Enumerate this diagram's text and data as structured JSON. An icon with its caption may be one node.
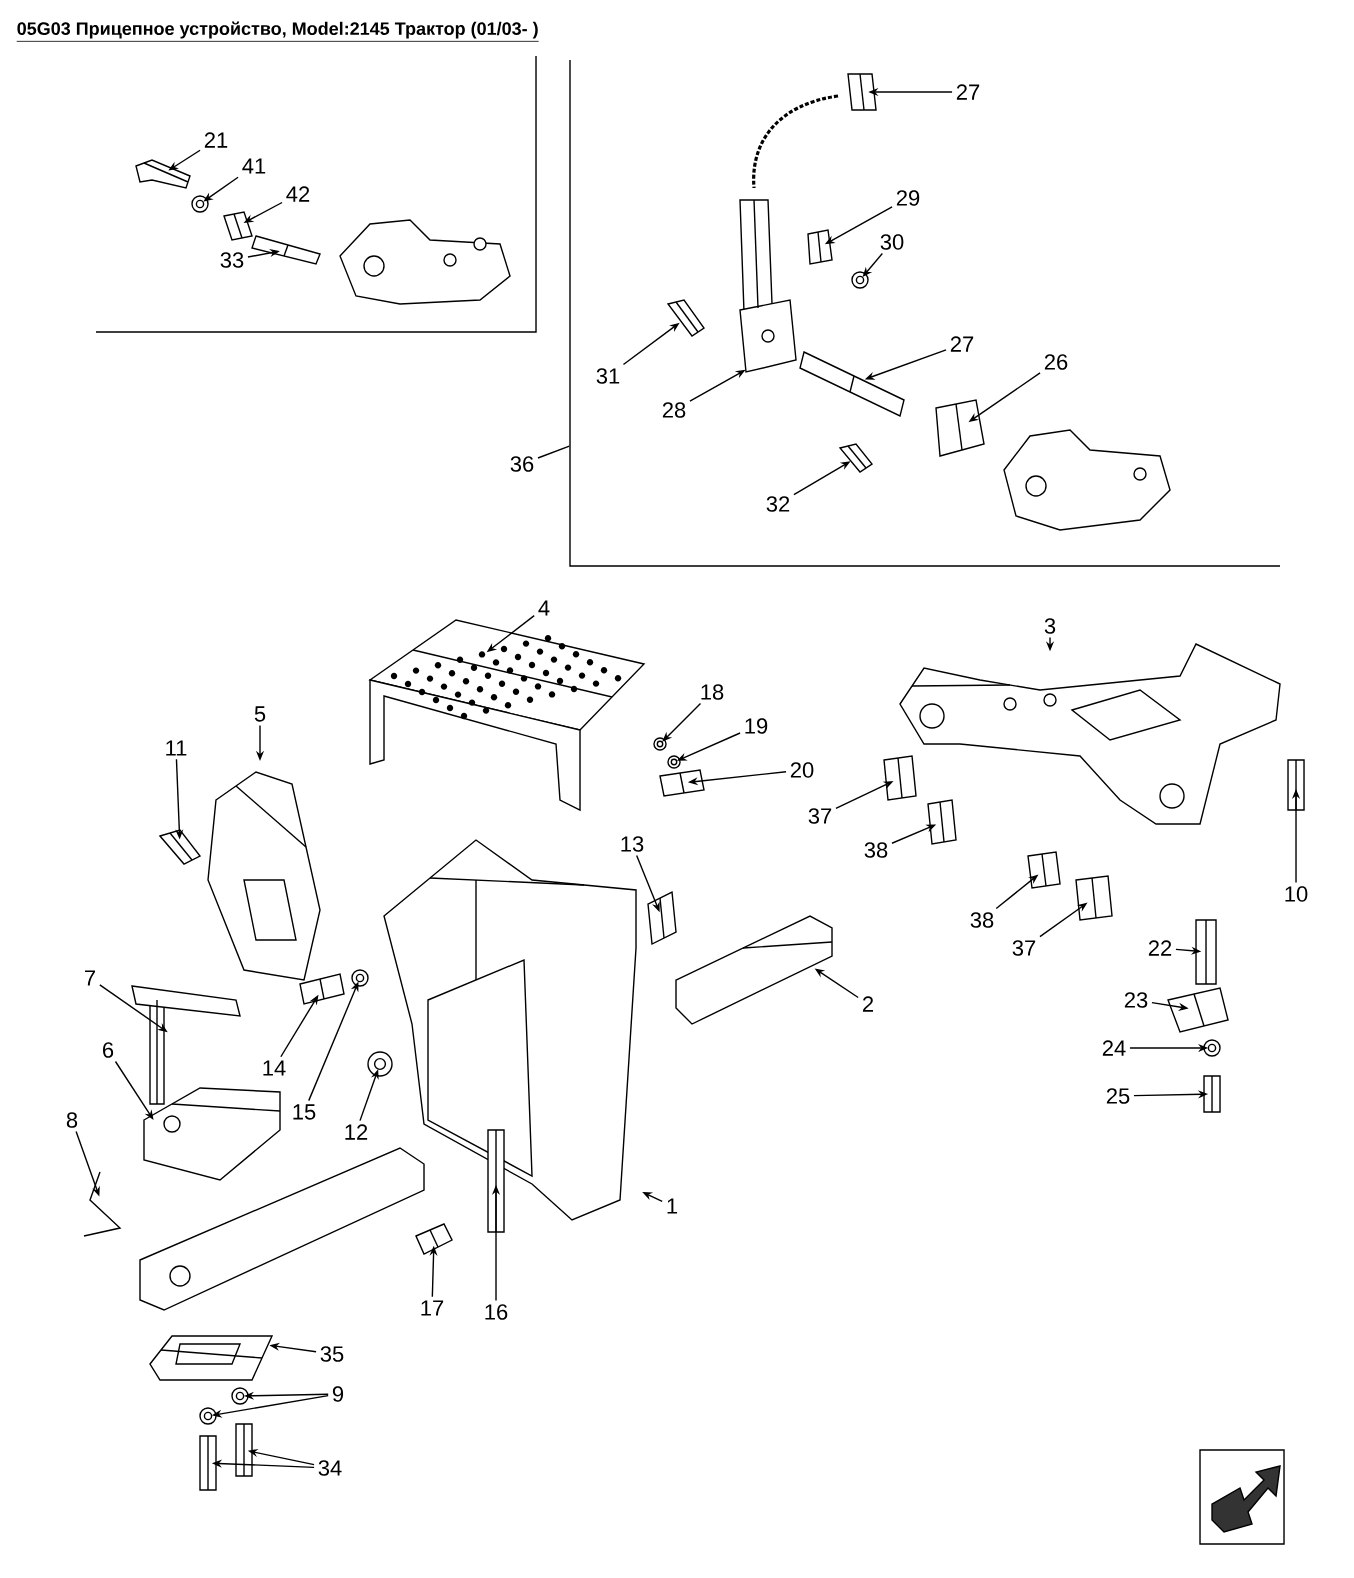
{
  "diagram": {
    "title": "05G03 Прицепное устройство, Model:2145 Трактор (01/03- )",
    "nodes": [
      {
        "text": [
          "21"
        ]
      },
      {
        "text": [
          "41"
        ]
      },
      {
        "text": [
          "42"
        ]
      },
      {
        "text": [
          "33"
        ]
      },
      {
        "text": [],
        "shape": "box"
      },
      {
        "text": [
          "27"
        ],
        "in": 4
      },
      {
        "text": [
          "29"
        ],
        "in": 4
      },
      {
        "text": [
          "30"
        ],
        "in": 4
      },
      {
        "text": [
          "31"
        ],
        "in": 4
      },
      {
        "text": [
          "27"
        ],
        "in": 4
      },
      {
        "text": [
          "28"
        ],
        "in": 4
      },
      {
        "text": [
          "26"
        ],
        "in": 4
      },
      {
        "text": [
          "32"
        ],
        "in": 4
      },
      {
        "text": [
          "36"
        ]
      },
      {
        "text": [
          "4"
        ]
      },
      {
        "text": [
          "3"
        ]
      },
      {
        "text": [
          "5"
        ]
      },
      {
        "text": [
          "11"
        ]
      },
      {
        "text": [
          "18"
        ]
      },
      {
        "text": [
          "19"
        ]
      },
      {
        "text": [
          "20"
        ]
      },
      {
        "text": [
          "37"
        ]
      },
      {
        "text": [
          "38"
        ]
      },
      {
        "text": [
          "13"
        ]
      },
      {
        "text": [
          "10"
        ]
      },
      {
        "text": [
          "38"
        ]
      },
      {
        "text": [
          "37"
        ]
      },
      {
        "text": [
          "22"
        ]
      },
      {
        "text": [
          "7"
        ]
      },
      {
        "text": [
          "2"
        ]
      },
      {
        "text": [
          "23"
        ]
      },
      {
        "text": [
          "24"
        ]
      },
      {
        "text": [
          "14"
        ]
      },
      {
        "text": [
          "6"
        ]
      },
      {
        "text": [
          "25"
        ]
      },
      {
        "text": [
          "15"
        ]
      },
      {
        "text": [
          "12"
        ]
      },
      {
        "text": [
          "8"
        ]
      },
      {
        "text": [
          "1"
        ]
      },
      {
        "text": [
          "17"
        ]
      },
      {
        "text": [
          "16"
        ]
      },
      {
        "text": [
          "35"
        ]
      },
      {
        "text": [
          "9"
        ]
      },
      {
        "text": [
          "34"
        ]
      },
      {
        "text": [],
        "shape": "picture"
      },
      {
        "text": [],
        "shape": "picture"
      },
      {
        "text": [],
        "shape": "picture"
      },
      {
        "text": [],
        "shape": "picture"
      },
      {
        "text": [],
        "shape": "picture",
        "in": 4
      },
      {
        "text": [],
        "shape": "picture",
        "in": 4
      },
      {
        "text": [],
        "shape": "picture",
        "in": 4
      },
      {
        "text": [],
        "shape": "picture",
        "in": 4
      },
      {
        "text": [],
        "shape": "picture",
        "in": 4
      },
      {
        "text": [],
        "shape": "picture",
        "in": 4
      },
      {
        "text": [],
        "shape": "picture",
        "in": 4
      },
      {
        "text": [],
        "shape": "picture",
        "in": 4
      },
      {
        "text": [],
        "shape": "picture"
      },
      {
        "text": [],
        "shape": "picture"
      },
      {
        "text": [],
        "shape": "picture"
      },
      {
        "text": [],
        "shape": "picture"
      },
      {
        "text": [],
        "shape": "picture"
      },
      {
        "text": [],
        "shape": "picture"
      },
      {
        "text": [],
        "shape": "picture"
      },
      {
        "text": [],
        "shape": "picture"
      },
      {
        "text": [],
        "shape": "picture"
      },
      {
        "text": [],
        "shape": "picture"
      },
      {
        "text": [],
        "shape": "picture"
      },
      {
        "text": [],
        "shape": "picture"
      },
      {
        "text": [],
        "shape": "picture"
      },
      {
        "text": [],
        "shape": "picture"
      },
      {
        "text": [],
        "shape": "picture"
      },
      {
        "text": [],
        "shape": "picture"
      },
      {
        "text": [],
        "shape": "picture"
      },
      {
        "text": [],
        "shape": "picture"
      },
      {
        "text": [],
        "shape": "picture"
      },
      {
        "text": [],
        "shape": "picture"
      },
      {
        "text": [],
        "shape": "picture"
      },
      {
        "text": [],
        "shape": "picture"
      },
      {
        "text": [],
        "shape": "picture"
      },
      {
        "text": [],
        "shape": "picture"
      },
      {
        "text": [],
        "shape": "picture"
      },
      {
        "text": [],
        "shape": "picture"
      },
      {
        "text": [],
        "shape": "picture"
      },
      {
        "text": [],
        "shape": "picture"
      },
      {
        "text": [],
        "shape": "picture"
      },
      {
        "text": [],
        "shape": "picture"
      },
      {
        "text": [],
        "shape": "picture"
      },
      {
        "text": [],
        "shape": "picture"
      }
    ],
    "edges": [
      {
        "from": 0,
        "to": 44,
        "arrow": "to"
      },
      {
        "from": 1,
        "to": 45,
        "arrow": "to"
      },
      {
        "from": 2,
        "to": 46,
        "arrow": "to"
      },
      {
        "from": 3,
        "to": 47,
        "arrow": "to"
      },
      {
        "from": 5,
        "to": 48,
        "arrow": "to"
      },
      {
        "from": 6,
        "to": 49,
        "arrow": "to"
      },
      {
        "from": 7,
        "to": 50,
        "arrow": "to"
      },
      {
        "from": 8,
        "to": 51,
        "arrow": "to"
      },
      {
        "from": 9,
        "to": 52,
        "arrow": "to"
      },
      {
        "from": 10,
        "to": 53,
        "arrow": "to"
      },
      {
        "from": 11,
        "to": 54,
        "arrow": "to"
      },
      {
        "from": 12,
        "to": 55,
        "arrow": "to"
      },
      {
        "from": 13,
        "to": 4,
        "arrow": "none"
      },
      {
        "from": 14,
        "to": 56,
        "arrow": "to"
      },
      {
        "from": 15,
        "to": 57,
        "arrow": "to"
      },
      {
        "from": 16,
        "to": 58,
        "arrow": "to"
      },
      {
        "from": 17,
        "to": 59,
        "arrow": "to"
      },
      {
        "from": 18,
        "to": 60,
        "arrow": "to"
      },
      {
        "from": 19,
        "to": 61,
        "arrow": "to"
      },
      {
        "from": 20,
        "to": 62,
        "arrow": "to"
      },
      {
        "from": 21,
        "to": 63,
        "arrow": "to"
      },
      {
        "from": 22,
        "to": 64,
        "arrow": "to"
      },
      {
        "from": 23,
        "to": 65,
        "arrow": "to"
      },
      {
        "from": 24,
        "to": 66,
        "arrow": "to"
      },
      {
        "from": 25,
        "to": 67,
        "arrow": "to"
      },
      {
        "from": 26,
        "to": 68,
        "arrow": "to"
      },
      {
        "from": 27,
        "to": 69,
        "arrow": "to"
      },
      {
        "from": 28,
        "to": 70,
        "arrow": "to"
      },
      {
        "from": 29,
        "to": 71,
        "arrow": "to"
      },
      {
        "from": 30,
        "to": 72,
        "arrow": "to"
      },
      {
        "from": 31,
        "to": 73,
        "arrow": "to"
      },
      {
        "from": 32,
        "to": 74,
        "arrow": "to"
      },
      {
        "from": 33,
        "to": 75,
        "arrow": "to"
      },
      {
        "from": 34,
        "to": 76,
        "arrow": "to"
      },
      {
        "from": 35,
        "to": 77,
        "arrow": "to"
      },
      {
        "from": 36,
        "to": 78,
        "arrow": "to"
      },
      {
        "from": 37,
        "to": 79,
        "arrow": "to"
      },
      {
        "from": 38,
        "to": 80,
        "arrow": "to"
      },
      {
        "from": 39,
        "to": 81,
        "arrow": "to"
      },
      {
        "from": 40,
        "to": 82,
        "arrow": "to"
      },
      {
        "from": 41,
        "to": 83,
        "arrow": "to"
      },
      {
        "from": 42,
        "to": 84,
        "arrow": "to"
      },
      {
        "from": 42,
        "to": 85,
        "arrow": "to"
      },
      {
        "from": 43,
        "to": 86,
        "arrow": "to"
      },
      {
        "from": 43,
        "to": 87,
        "arrow": "to"
      }
    ]
  }
}
